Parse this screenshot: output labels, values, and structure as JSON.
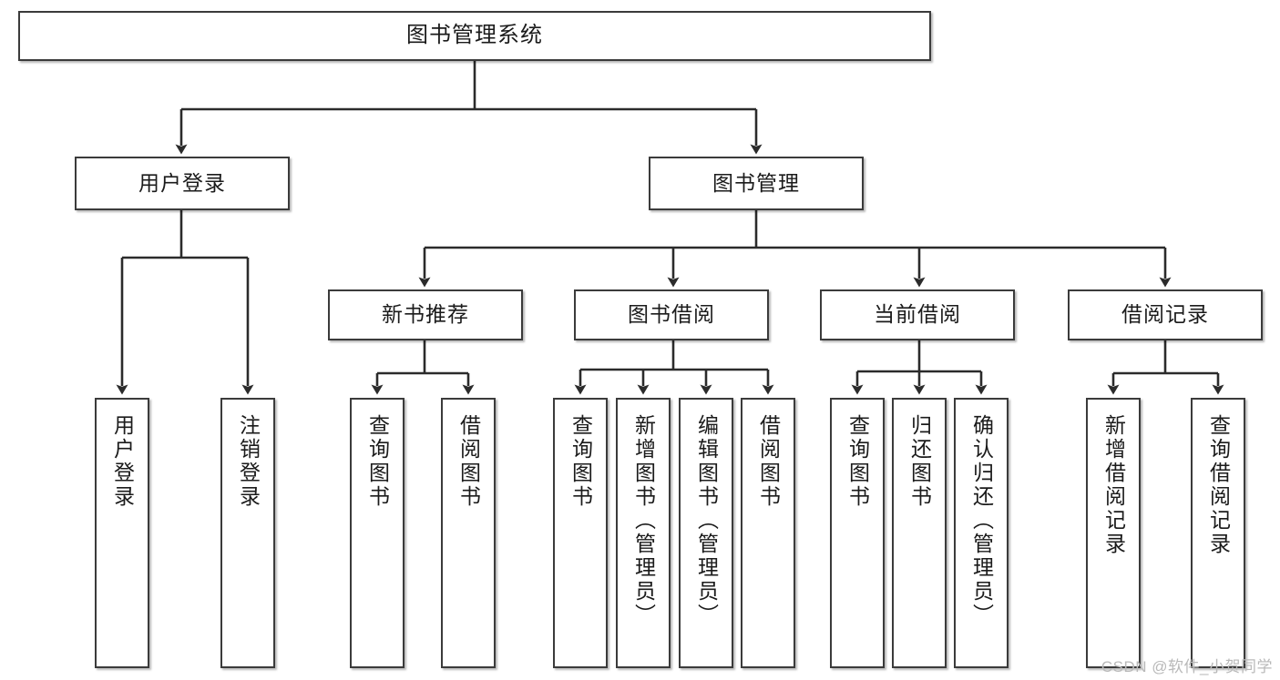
{
  "diagram": {
    "title": "图书管理系统",
    "type": "tree-hierarchy",
    "watermark": "CSDN @软件_小贺同学",
    "style": {
      "box_fill": "#ffffff",
      "box_border": "#3b3b3b",
      "line": "#2b2b2b",
      "text": "#1b1b1b"
    },
    "levels": {
      "root": {
        "label": "图书管理系统"
      },
      "level1": [
        {
          "label": "用户登录"
        },
        {
          "label": "图书管理"
        }
      ],
      "level2": [
        {
          "label": "新书推荐"
        },
        {
          "label": "图书借阅"
        },
        {
          "label": "当前借阅"
        },
        {
          "label": "借阅记录"
        }
      ],
      "level3": [
        {
          "label": "用户登录",
          "parent": "用户登录"
        },
        {
          "label": "注销登录",
          "parent": "用户登录"
        },
        {
          "label": "查询图书",
          "parent": "新书推荐"
        },
        {
          "label": "借阅图书",
          "parent": "新书推荐"
        },
        {
          "label": "查询图书",
          "parent": "图书借阅"
        },
        {
          "label": "新增图书（管理员）",
          "parent": "图书借阅"
        },
        {
          "label": "编辑图书（管理员）",
          "parent": "图书借阅"
        },
        {
          "label": "借阅图书",
          "parent": "图书借阅"
        },
        {
          "label": "查询图书",
          "parent": "当前借阅"
        },
        {
          "label": "归还图书",
          "parent": "当前借阅"
        },
        {
          "label": "确认归还（管理员）",
          "parent": "当前借阅"
        },
        {
          "label": "新增借阅记录",
          "parent": "借阅记录"
        },
        {
          "label": "查询借阅记录",
          "parent": "借阅记录"
        }
      ]
    }
  }
}
